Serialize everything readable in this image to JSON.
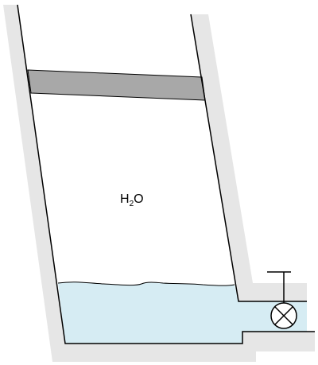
{
  "diagram": {
    "label": {
      "base": "H",
      "subscript": "2",
      "suffix": "O"
    },
    "colors": {
      "wall": "#e6e6e6",
      "wall_outline": "#000000",
      "piston": "#a8a8a8",
      "water": "#d6ecf3",
      "valve_fill": "#ffffff",
      "background": "#ffffff"
    },
    "icons": {
      "valve": "valve-icon"
    }
  }
}
